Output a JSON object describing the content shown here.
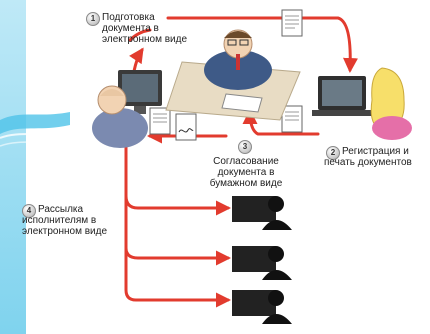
{
  "steps": [
    {
      "number": "1",
      "lines": [
        "Подготовка",
        "документа в",
        "электронном виде"
      ]
    },
    {
      "number": "2",
      "lines": [
        "Регистрация и",
        "печать документов"
      ]
    },
    {
      "number": "3",
      "lines": [
        "Согласование",
        "документа в",
        "бумажном виде"
      ]
    },
    {
      "number": "4",
      "lines": [
        "Рассылка",
        "исполнителям в",
        "электронном виде"
      ]
    }
  ],
  "colors": {
    "arrow": "#e23b2e",
    "sky_band": "#4fc3e8",
    "desk": "#e8dcc4"
  },
  "icons": [
    "document-icon",
    "computer-icon",
    "person-icon",
    "recipient-silhouette-icon",
    "signature-icon"
  ]
}
